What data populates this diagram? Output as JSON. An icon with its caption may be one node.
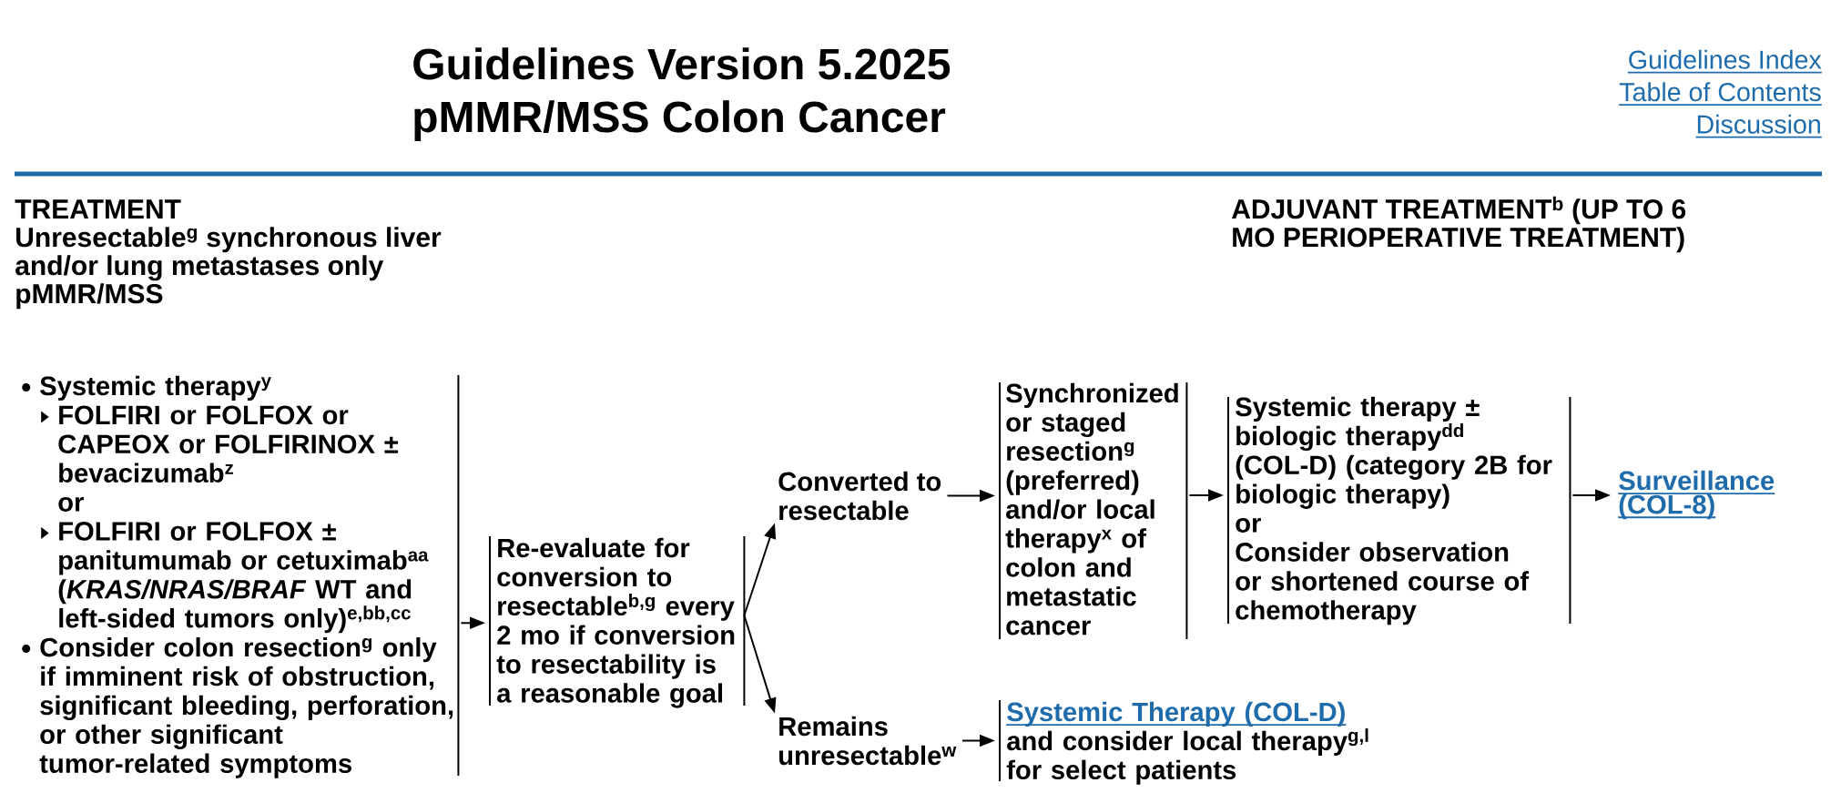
{
  "diagram": {
    "title": "Guidelines Version 5.2025 pMMR/MSS Colon Cancer",
    "nodes": [
      {
        "text": [
          "Systemic therapy$^{y}$",
          "FOLFIRI or FOLFOX or CAPEOX or FOLFIRINOX ± bevacizumab$^{z}$",
          "or",
          "FOLFIRI or FOLFOX ± panitumumab or cetuximab$^{aa}$ (*KRAS/NRAS/BRAF* WT and left-sided tumors only)$^{e,bb,cc}$",
          "Consider colon resection$^{g}$ only if imminent risk of obstruction, significant bleeding, perforation, or other significant tumor-related symptoms"
        ]
      },
      {
        "text": [
          "Re-evaluate for conversion to resectable$^{b,g}$ every 2 mo if conversion to resectability is a reasonable goal"
        ]
      },
      {
        "text": [
          "Converted to resectable"
        ]
      },
      {
        "text": [
          "Remains unresectable$^{w}$"
        ]
      },
      {
        "text": [
          "Synchronized or staged resection$^{g}$ (preferred) and/or local therapy$^{x}$ of colon and metastatic cancer"
        ]
      },
      {
        "text": [
          "Systemic therapy ± biologic therapy$^{dd}$ (COL-D) (category 2B for biologic therapy)",
          "or",
          "Consider observation or shortened course of chemotherapy"
        ]
      },
      {
        "text": [
          "Surveillance (COL-8)"
        ]
      },
      {
        "text": [
          "Systemic Therapy (COL-D)",
          "and consider local therapy$^{g,l}$ for select patients"
        ]
      }
    ],
    "edges": [
      {
        "from": 0,
        "to": 1,
        "arrow": "to"
      },
      {
        "from": 1,
        "to": 2,
        "arrow": "to"
      },
      {
        "from": 1,
        "to": 3,
        "arrow": "to"
      },
      {
        "from": 2,
        "to": 4,
        "arrow": "to"
      },
      {
        "from": 4,
        "to": 5,
        "arrow": "to"
      },
      {
        "from": 5,
        "to": 6,
        "arrow": "to"
      },
      {
        "from": 3,
        "to": 7,
        "arrow": "to"
      }
    ],
    "labels": [
      "Guidelines Index",
      "Table of Contents",
      "Discussion",
      "TREATMENT",
      "Unresectable$^{g}$ synchronous liver and/or lung metastases only",
      "pMMR/MSS",
      "ADJUVANT TREATMENT$^{b}$ (UP TO 6 MO PERIOPERATIVE TREATMENT)"
    ]
  }
}
